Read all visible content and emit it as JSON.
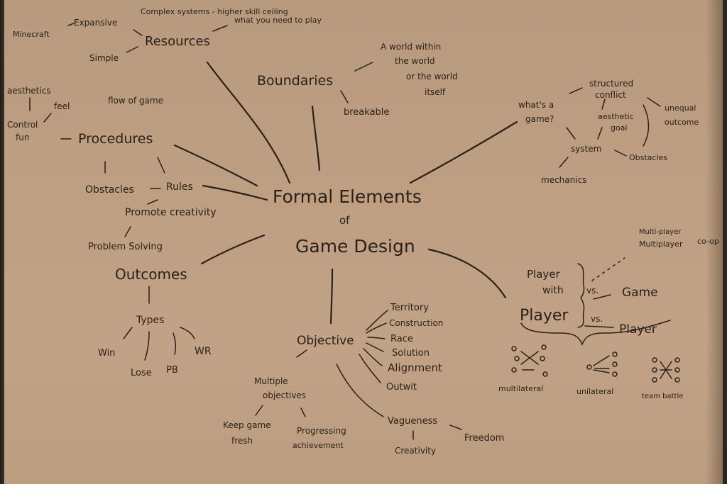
{
  "center": {
    "line1": "Formal Elements",
    "line2": "of",
    "line3": "Game Design"
  },
  "resources": {
    "title": "Resources",
    "minecraft": "Minecraft",
    "expansive": "Expansive",
    "complex": "Complex systems - higher skill ceiling",
    "what_you_need": "what you need to play",
    "simple": "Simple"
  },
  "boundaries": {
    "title": "Boundaries",
    "world_within_1": "A world within",
    "world_within_2": "the world",
    "or_world_1": "or the world",
    "or_world_2": "itself",
    "breakable": "breakable"
  },
  "procedures": {
    "title": "Procedures",
    "aesthetics": "aesthetics",
    "feel": "feel",
    "flow": "flow of game",
    "control": "Control",
    "fun": "fun",
    "obstacles": "Obstacles",
    "rules": "Rules",
    "promote": "Promote creativity",
    "problem_solving": "Problem Solving"
  },
  "outcomes": {
    "title": "Outcomes",
    "types": "Types",
    "win": "Win",
    "lose": "Lose",
    "pb": "PB",
    "wr": "WR"
  },
  "objective": {
    "title": "Objective",
    "territory": "Territory",
    "construction": "Construction",
    "race": "Race",
    "solution": "Solution",
    "alignment": "Alignment",
    "outwit": "Outwit",
    "multiple_1": "Multiple",
    "multiple_2": "objectives",
    "keep_1": "Keep game",
    "keep_2": "fresh",
    "progress_1": "Progressing",
    "progress_2": "achievement",
    "vagueness": "Vagueness",
    "freedom": "Freedom",
    "creativity": "Creativity"
  },
  "whats_a_game": {
    "title_1": "what's a",
    "title_2": "game?",
    "structured_1": "structured",
    "structured_2": "conflict",
    "aesthetic_1": "aesthetic",
    "aesthetic_2": "goal",
    "unequal_1": "unequal",
    "unequal_2": "outcome",
    "system": "system",
    "obstacles": "Obstacles",
    "mechanics": "mechanics"
  },
  "players": {
    "multi_1": "Multi-player",
    "multi_2": "Multiplayer",
    "coop": "co-op",
    "player_with_1": "Player",
    "player_with_2": "with",
    "vs_1": "vs.",
    "game": "Game",
    "player_big": "Player",
    "vs_2": "vs.",
    "player_right": "Player",
    "multilateral": "multilateral",
    "unilateral": "unilateral",
    "team_battle": "team battle"
  }
}
